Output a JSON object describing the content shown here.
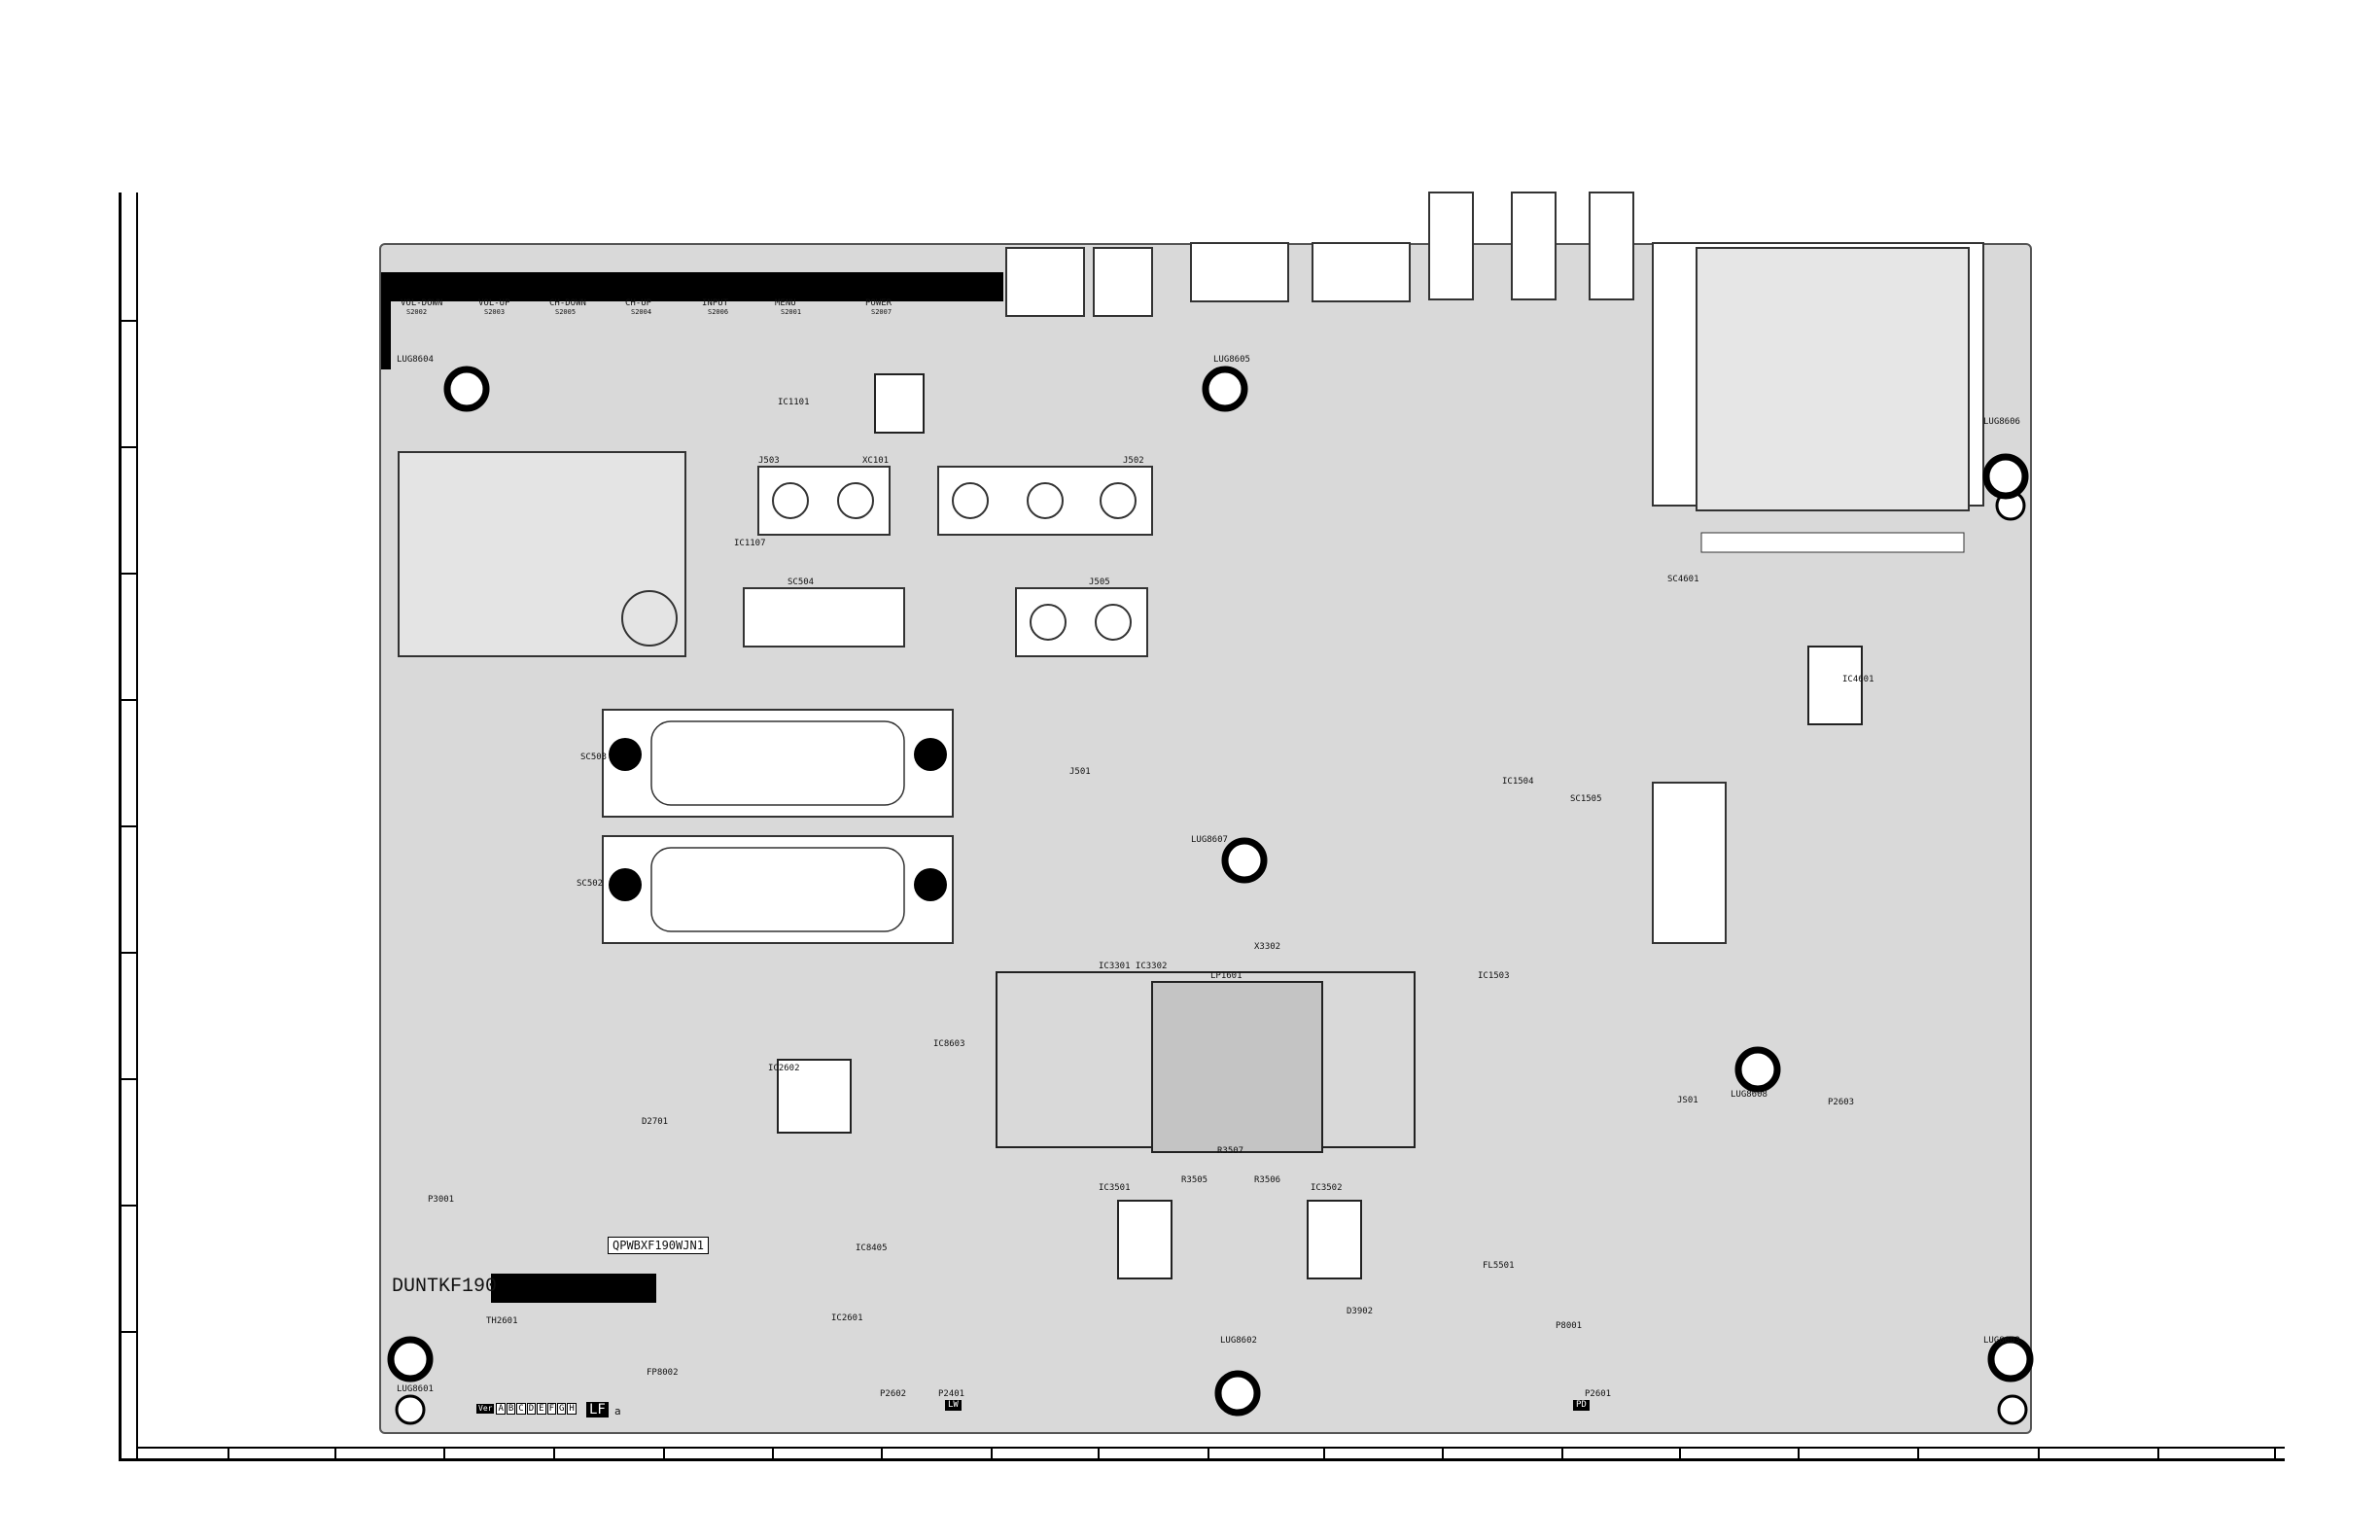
{
  "board": {
    "model": "DUNTKF190",
    "part_number": "QPWBXF190WJN1",
    "rev_letters": [
      "A",
      "B",
      "C",
      "D",
      "E",
      "F",
      "G",
      "H"
    ],
    "rev_prefix": "Ver",
    "marks": [
      "LF",
      "a",
      "LW",
      "PD"
    ]
  },
  "buttons": [
    {
      "name": "VOL-DOWN",
      "ref": "S2002"
    },
    {
      "name": "VOL-UP",
      "ref": "S2003"
    },
    {
      "name": "CH-DOWN",
      "ref": "S2005"
    },
    {
      "name": "CH-UP",
      "ref": "S2004"
    },
    {
      "name": "INPUT",
      "ref": "S2006"
    },
    {
      "name": "MENU",
      "ref": "S2001"
    },
    {
      "name": "POWER",
      "ref": "S2007"
    }
  ],
  "connectors": [
    {
      "ref": "J503"
    },
    {
      "ref": "J502"
    },
    {
      "ref": "J505"
    },
    {
      "ref": "J501"
    },
    {
      "ref": "SC504"
    },
    {
      "ref": "SC502"
    },
    {
      "ref": "SC503"
    },
    {
      "ref": "SC1505"
    },
    {
      "ref": "SC4601"
    },
    {
      "ref": "P2602"
    },
    {
      "ref": "P2601"
    },
    {
      "ref": "P2603"
    },
    {
      "ref": "P8001"
    },
    {
      "ref": "P3001"
    },
    {
      "ref": "P2401"
    }
  ],
  "lugs": [
    {
      "ref": "LUG8604"
    },
    {
      "ref": "LUG8605"
    },
    {
      "ref": "LUG8606"
    },
    {
      "ref": "LUG8607"
    },
    {
      "ref": "LUG8608"
    },
    {
      "ref": "LUG8601"
    },
    {
      "ref": "LUG8602"
    },
    {
      "ref": "LUG8603"
    }
  ],
  "ics": [
    {
      "ref": "IC3301 IC3302"
    },
    {
      "ref": "IC3501"
    },
    {
      "ref": "IC3502"
    },
    {
      "ref": "IC2601"
    },
    {
      "ref": "IC4601"
    },
    {
      "ref": "IC1504"
    },
    {
      "ref": "IC1503"
    },
    {
      "ref": "IC8405"
    },
    {
      "ref": "IC1107"
    },
    {
      "ref": "IC1101"
    },
    {
      "ref": "IC2602"
    },
    {
      "ref": "IC8603"
    }
  ],
  "misc_refs": [
    {
      "ref": "XC101"
    },
    {
      "ref": "X3302"
    },
    {
      "ref": "R3507"
    },
    {
      "ref": "R3505"
    },
    {
      "ref": "R3506"
    },
    {
      "ref": "TH2601"
    },
    {
      "ref": "FP8002"
    },
    {
      "ref": "D3902"
    },
    {
      "ref": "LP1601"
    },
    {
      "ref": "FL5501"
    },
    {
      "ref": "JS01"
    },
    {
      "ref": "D2701"
    }
  ]
}
